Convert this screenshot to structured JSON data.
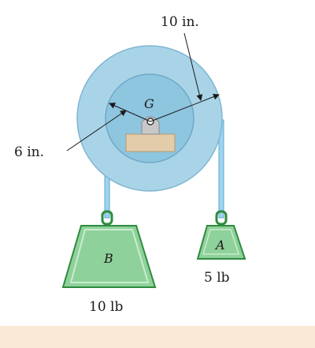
{
  "labels": {
    "outer_radius": "10 in.",
    "inner_radius": "6 in.",
    "center": "G",
    "block_a": "A",
    "block_b": "B",
    "weight_a": "5 lb",
    "weight_b": "10 lb"
  },
  "colors": {
    "outer_disc": "#a9d4e8",
    "inner_disc": "#8ec5df",
    "disc_edge": "#7fb6d2",
    "rope": "#9fd3ee",
    "rope_edge": "#5aa9d0",
    "weight_fill": "#8fd19a",
    "weight_edge": "#2e8b3e",
    "weight_highlight": "#c9ecd0",
    "support": "#e3ccaa",
    "pin": "#c8c8c8",
    "bottom_band": "#fbe9d7",
    "line": "#1a1a1a"
  }
}
